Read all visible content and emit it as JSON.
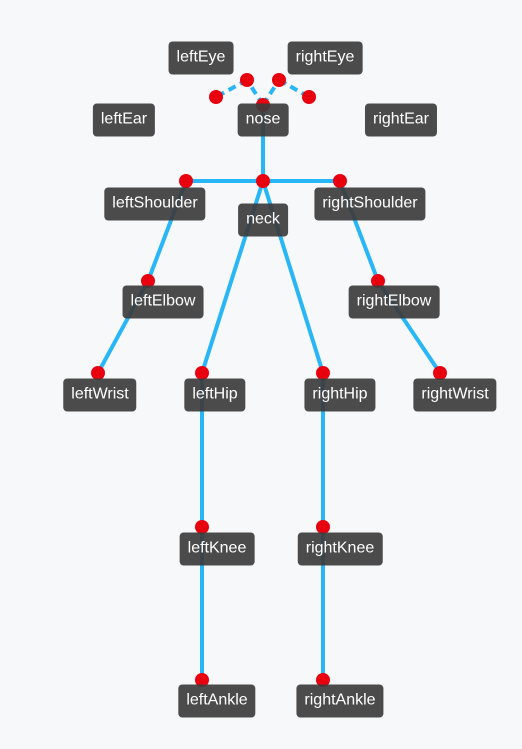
{
  "colors": {
    "background": "#f7f8fa",
    "bone": "#29b6f6",
    "joint": "#e8000f",
    "label_bg": "#3c3c3c",
    "label_text": "#ffffff"
  },
  "keypoints": [
    {
      "id": "nose",
      "label": "nose"
    },
    {
      "id": "leftEye",
      "label": "leftEye"
    },
    {
      "id": "rightEye",
      "label": "rightEye"
    },
    {
      "id": "leftEar",
      "label": "leftEar"
    },
    {
      "id": "rightEar",
      "label": "rightEar"
    },
    {
      "id": "neck",
      "label": "neck"
    },
    {
      "id": "leftShoulder",
      "label": "leftShoulder"
    },
    {
      "id": "rightShoulder",
      "label": "rightShoulder"
    },
    {
      "id": "leftElbow",
      "label": "leftElbow"
    },
    {
      "id": "rightElbow",
      "label": "rightElbow"
    },
    {
      "id": "leftWrist",
      "label": "leftWrist"
    },
    {
      "id": "rightWrist",
      "label": "rightWrist"
    },
    {
      "id": "leftHip",
      "label": "leftHip"
    },
    {
      "id": "rightHip",
      "label": "rightHip"
    },
    {
      "id": "leftKnee",
      "label": "leftKnee"
    },
    {
      "id": "rightKnee",
      "label": "rightKnee"
    },
    {
      "id": "leftAnkle",
      "label": "leftAnkle"
    },
    {
      "id": "rightAnkle",
      "label": "rightAnkle"
    }
  ],
  "connections": [
    {
      "from": "nose",
      "to": "leftEye",
      "style": "dashed"
    },
    {
      "from": "nose",
      "to": "rightEye",
      "style": "dashed"
    },
    {
      "from": "leftEye",
      "to": "leftEar",
      "style": "dashed"
    },
    {
      "from": "rightEye",
      "to": "rightEar",
      "style": "dashed"
    },
    {
      "from": "nose",
      "to": "neck",
      "style": "solid"
    },
    {
      "from": "neck",
      "to": "leftShoulder",
      "style": "solid"
    },
    {
      "from": "neck",
      "to": "rightShoulder",
      "style": "solid"
    },
    {
      "from": "leftShoulder",
      "to": "leftElbow",
      "style": "solid"
    },
    {
      "from": "leftElbow",
      "to": "leftWrist",
      "style": "solid"
    },
    {
      "from": "rightShoulder",
      "to": "rightElbow",
      "style": "solid"
    },
    {
      "from": "rightElbow",
      "to": "rightWrist",
      "style": "solid"
    },
    {
      "from": "neck",
      "to": "leftHip",
      "style": "solid"
    },
    {
      "from": "neck",
      "to": "rightHip",
      "style": "solid"
    },
    {
      "from": "leftHip",
      "to": "leftKnee",
      "style": "solid"
    },
    {
      "from": "leftKnee",
      "to": "leftAnkle",
      "style": "solid"
    },
    {
      "from": "rightHip",
      "to": "rightKnee",
      "style": "solid"
    },
    {
      "from": "rightKnee",
      "to": "rightAnkle",
      "style": "solid"
    }
  ]
}
